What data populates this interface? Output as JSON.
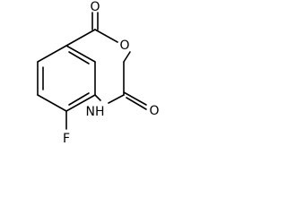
{
  "molecule": {
    "atoms": {
      "oxygen_top": "O",
      "oxygen_ring": "O",
      "oxygen_right": "O",
      "nitrogen": "NH",
      "fluorine": "F"
    }
  },
  "colors": {
    "bond": "#000000",
    "label": "#000000",
    "background": "#ffffff"
  }
}
